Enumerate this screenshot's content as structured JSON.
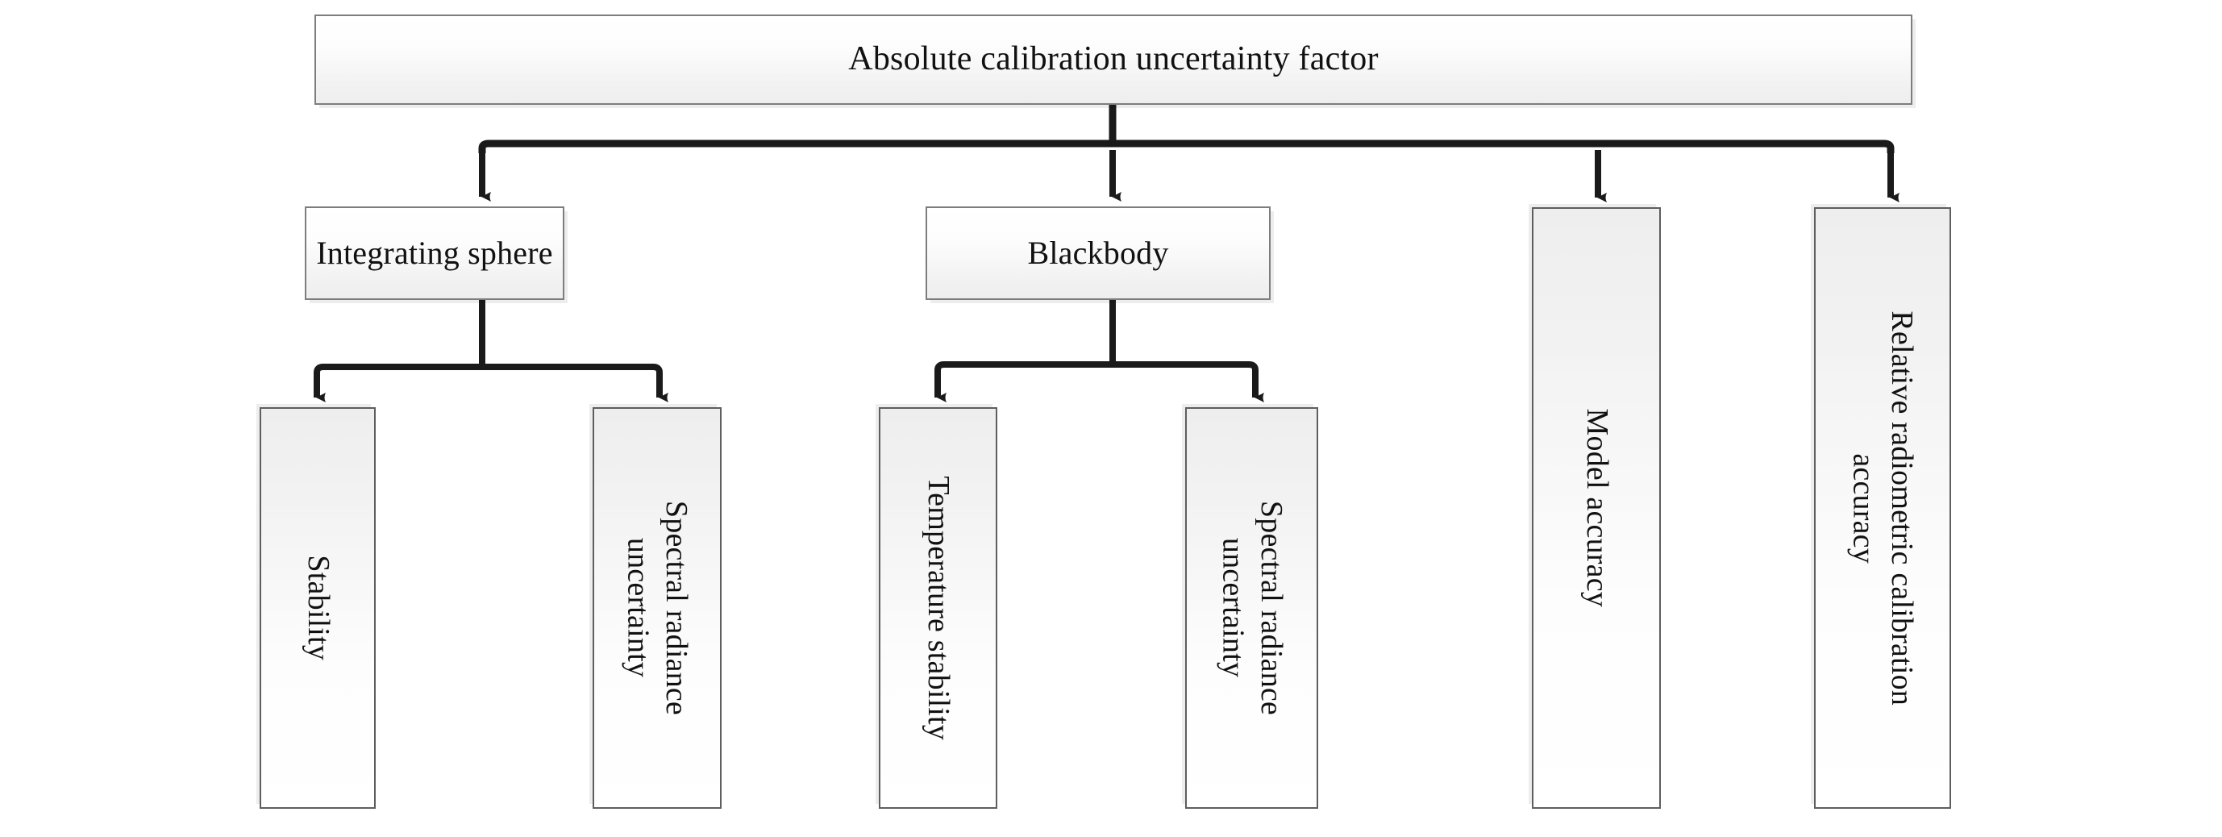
{
  "diagram": {
    "title": "Absolute calibration uncertainty factor",
    "type": "tree",
    "orientation": "top-down",
    "colors": {
      "box_border": "#7d7d7d",
      "box_fill_top": "#ffffff",
      "box_fill_bottom": "#eeeeee",
      "connector": "#1a1a1a",
      "text": "#111111",
      "background": "#ffffff"
    },
    "nodes": {
      "root": {
        "label": "Absolute calibration uncertainty factor",
        "orientation": "horizontal"
      },
      "integrating_sphere": {
        "label": "Integrating sphere",
        "orientation": "horizontal"
      },
      "blackbody": {
        "label": "Blackbody",
        "orientation": "horizontal"
      },
      "stability": {
        "label": "Stability",
        "orientation": "vertical"
      },
      "sphere_spectral_radiance_uncertainty": {
        "label": "Spectral radiance\nuncertainty",
        "orientation": "vertical"
      },
      "temperature_stability": {
        "label": "Temperature stability",
        "orientation": "vertical"
      },
      "blackbody_spectral_radiance_uncertainty": {
        "label": "Spectral radiance\nuncertainty",
        "orientation": "vertical"
      },
      "model_accuracy": {
        "label": "Model accuracy",
        "orientation": "vertical"
      },
      "relative_radiometric_calibration_accuracy": {
        "label": "Relative radiometric calibration\naccuracy",
        "orientation": "vertical"
      }
    },
    "edges": [
      {
        "from": "root",
        "to": "integrating_sphere"
      },
      {
        "from": "root",
        "to": "blackbody"
      },
      {
        "from": "root",
        "to": "model_accuracy"
      },
      {
        "from": "root",
        "to": "relative_radiometric_calibration_accuracy"
      },
      {
        "from": "integrating_sphere",
        "to": "stability"
      },
      {
        "from": "integrating_sphere",
        "to": "sphere_spectral_radiance_uncertainty"
      },
      {
        "from": "blackbody",
        "to": "temperature_stability"
      },
      {
        "from": "blackbody",
        "to": "blackbody_spectral_radiance_uncertainty"
      }
    ]
  }
}
